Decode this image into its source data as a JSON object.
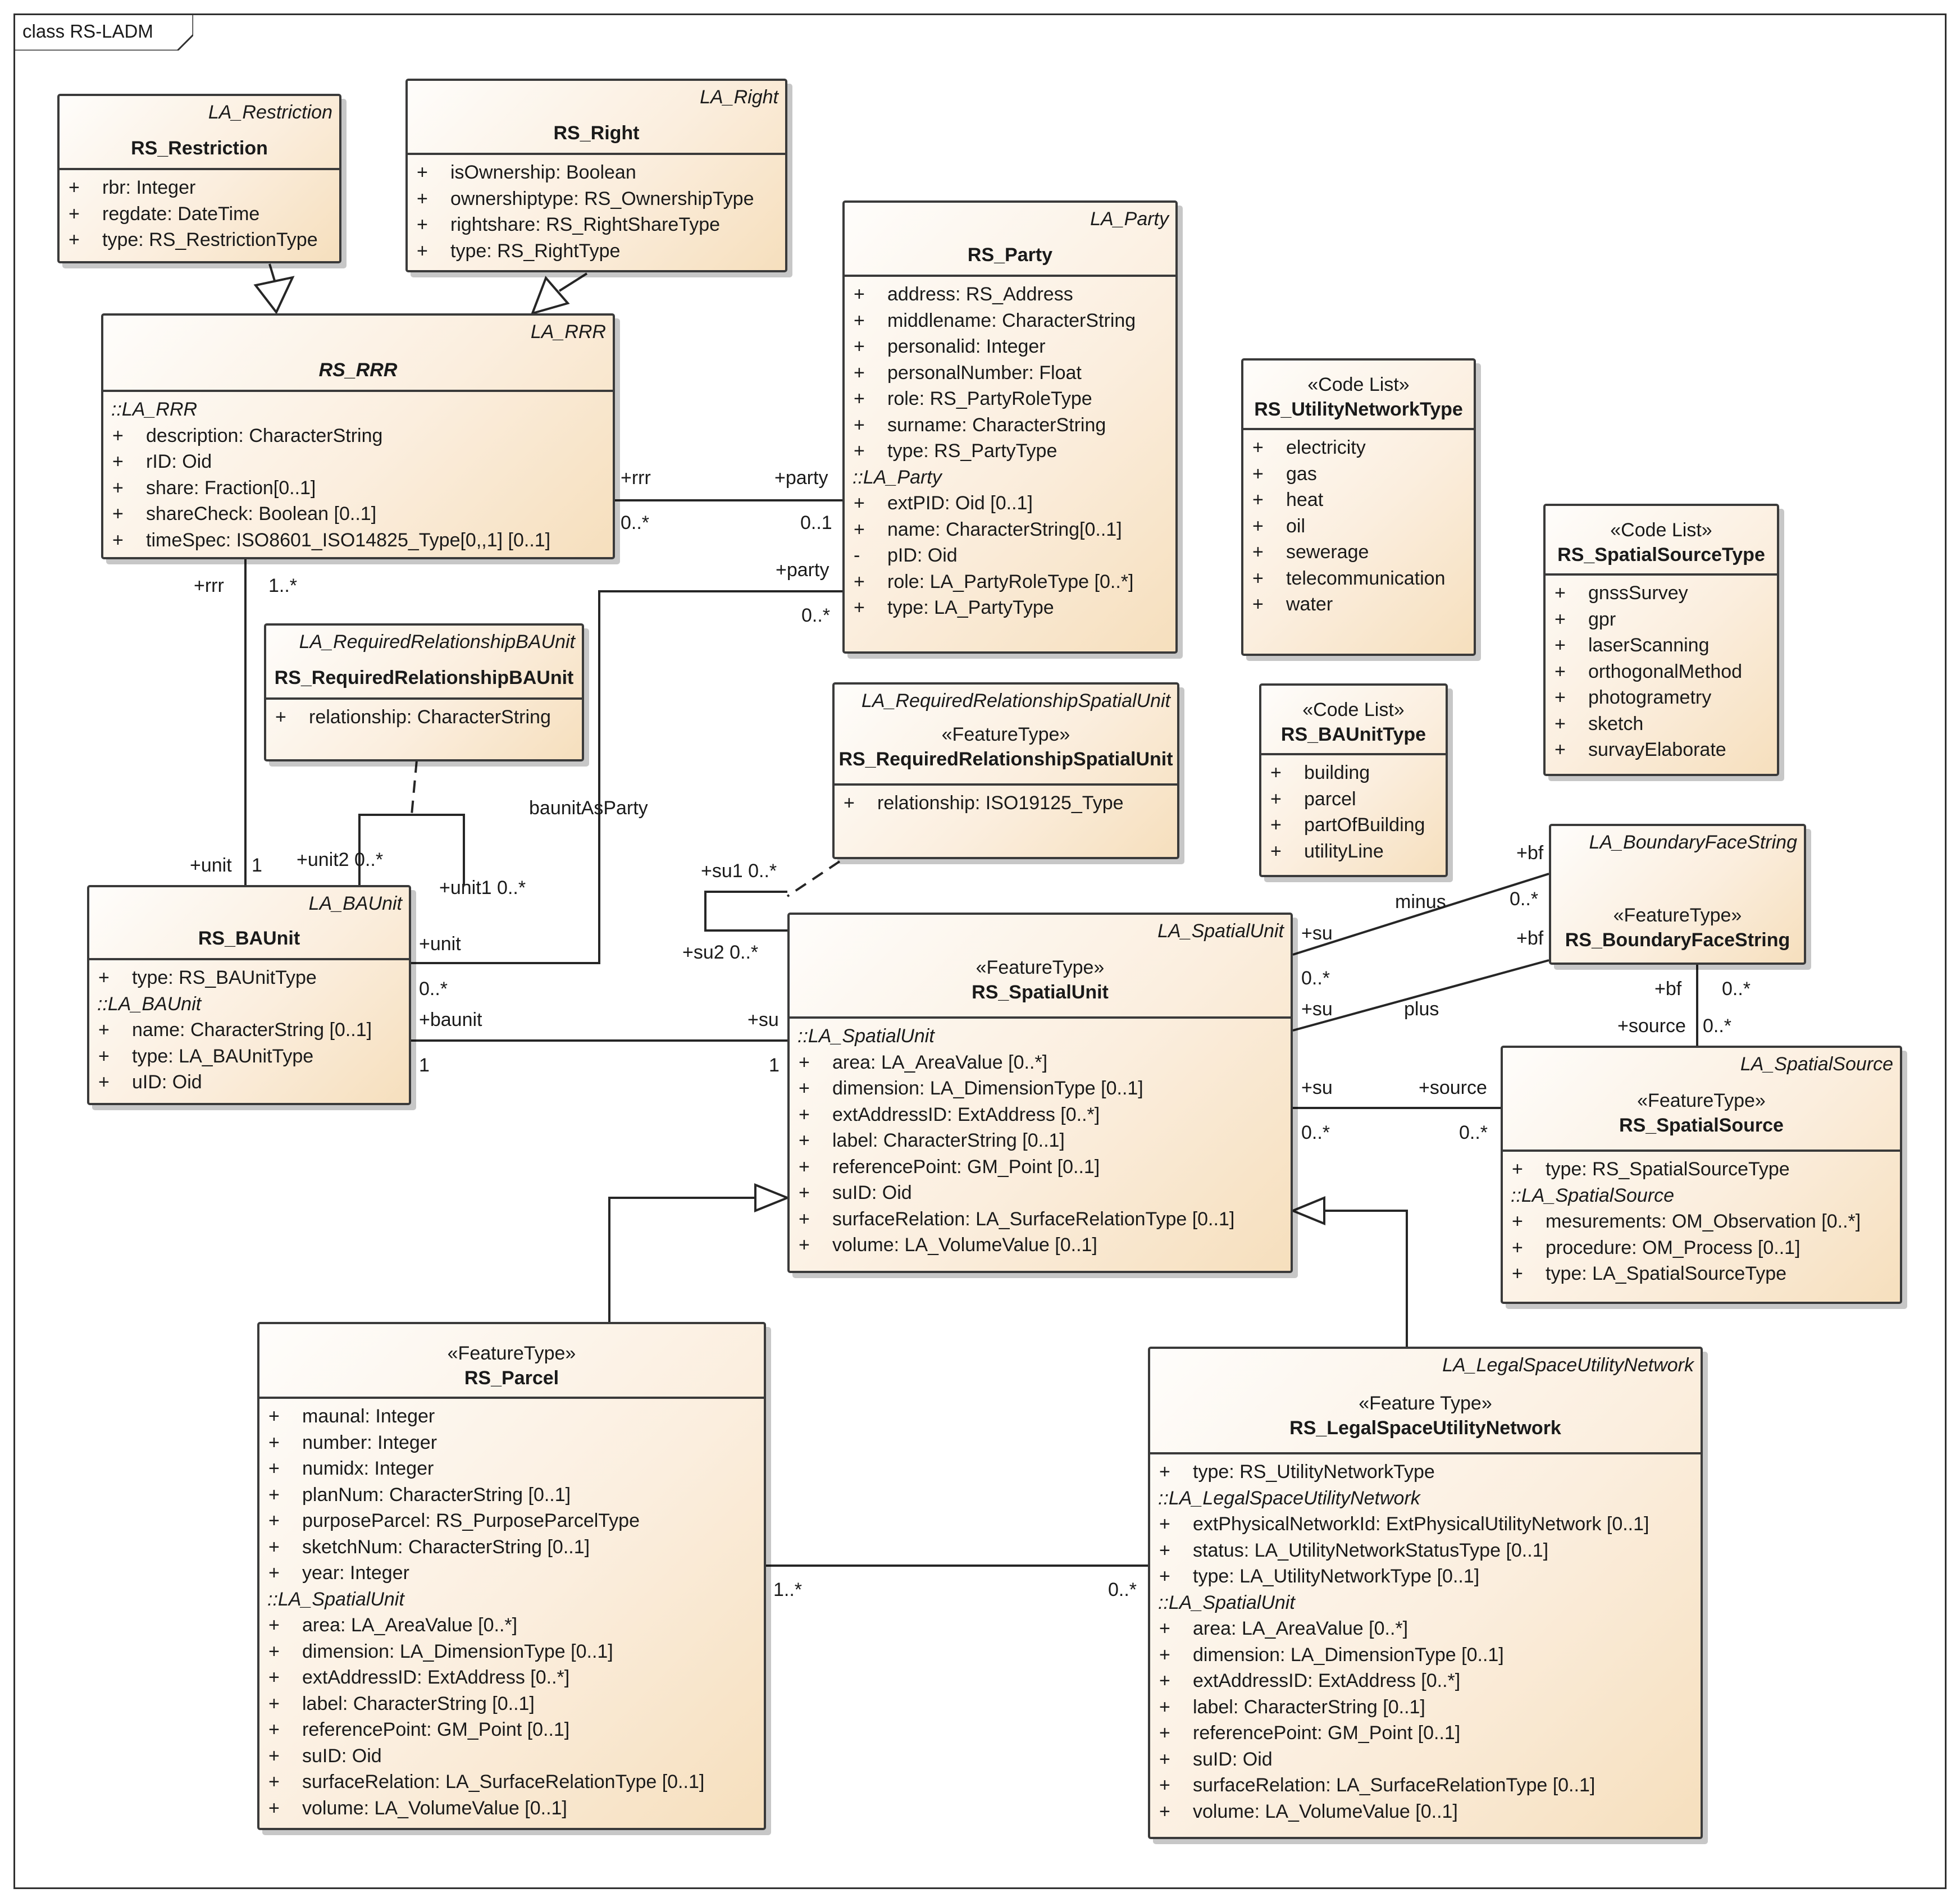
{
  "frame": {
    "title": "class RS-LADM"
  },
  "classes": {
    "rs_restriction": {
      "parent": "LA_Restriction",
      "name": "RS_Restriction",
      "rows": [
        {
          "vis": "+",
          "text": "rbr: Integer"
        },
        {
          "vis": "+",
          "text": "regdate: DateTime"
        },
        {
          "vis": "+",
          "text": "type: RS_RestrictionType"
        }
      ]
    },
    "rs_right": {
      "parent": "LA_Right",
      "name": "RS_Right",
      "rows": [
        {
          "vis": "+",
          "text": "isOwnership: Boolean"
        },
        {
          "vis": "+",
          "text": "ownershiptype: RS_OwnershipType"
        },
        {
          "vis": "+",
          "text": "rightshare: RS_RightShareType"
        },
        {
          "vis": "+",
          "text": "type: RS_RightType"
        }
      ]
    },
    "rs_rrr": {
      "parent": "LA_RRR",
      "name": "RS_RRR",
      "rows": [
        {
          "group": "::LA_RRR"
        },
        {
          "vis": "+",
          "text": "description: CharacterString"
        },
        {
          "vis": "+",
          "text": "rID: Oid"
        },
        {
          "vis": "+",
          "text": "share: Fraction[0..1]"
        },
        {
          "vis": "+",
          "text": "shareCheck: Boolean [0..1]"
        },
        {
          "vis": "+",
          "text": "timeSpec: ISO8601_ISO14825_Type[0,,1] [0..1]"
        }
      ]
    },
    "rs_party": {
      "parent": "LA_Party",
      "name": "RS_Party",
      "rows": [
        {
          "vis": "+",
          "text": "address: RS_Address"
        },
        {
          "vis": "+",
          "text": "middlename: CharacterString"
        },
        {
          "vis": "+",
          "text": "personalid: Integer"
        },
        {
          "vis": "+",
          "text": "personalNumber: Float"
        },
        {
          "vis": "+",
          "text": "role: RS_PartyRoleType"
        },
        {
          "vis": "+",
          "text": "surname: CharacterString"
        },
        {
          "vis": "+",
          "text": "type: RS_PartyType"
        },
        {
          "group": "::LA_Party"
        },
        {
          "vis": "+",
          "text": "extPID: Oid [0..1]"
        },
        {
          "vis": "+",
          "text": "name: CharacterString[0..1]"
        },
        {
          "vis": "-",
          "text": "pID: Oid"
        },
        {
          "vis": "+",
          "text": "role: LA_PartyRoleType [0..*]"
        },
        {
          "vis": "+",
          "text": "type: LA_PartyType"
        }
      ]
    },
    "rs_utility_network_type": {
      "stereotype": "«Code List»",
      "name": "RS_UtilityNetworkType",
      "rows": [
        {
          "vis": "+",
          "text": "electricity"
        },
        {
          "vis": "+",
          "text": "gas"
        },
        {
          "vis": "+",
          "text": "heat"
        },
        {
          "vis": "+",
          "text": "oil"
        },
        {
          "vis": "+",
          "text": "sewerage"
        },
        {
          "vis": "+",
          "text": "telecommunication"
        },
        {
          "vis": "+",
          "text": "water"
        }
      ]
    },
    "rs_spatial_source_type": {
      "stereotype": "«Code List»",
      "name": "RS_SpatialSourceType",
      "rows": [
        {
          "vis": "+",
          "text": "gnssSurvey"
        },
        {
          "vis": "+",
          "text": "gpr"
        },
        {
          "vis": "+",
          "text": "laserScanning"
        },
        {
          "vis": "+",
          "text": "orthogonalMethod"
        },
        {
          "vis": "+",
          "text": "photogrametry"
        },
        {
          "vis": "+",
          "text": "sketch"
        },
        {
          "vis": "+",
          "text": "survayElaborate"
        }
      ]
    },
    "rs_required_relationship_baunit": {
      "parent": "LA_RequiredRelationshipBAUnit",
      "name": "RS_RequiredRelationshipBAUnit",
      "rows": [
        {
          "vis": "+",
          "text": "relationship: CharacterString"
        }
      ]
    },
    "rs_required_relationship_spatial_unit": {
      "parent": "LA_RequiredRelationshipSpatialUnit",
      "stereotype": "«FeatureType»",
      "name": "RS_RequiredRelationshipSpatialUnit",
      "rows": [
        {
          "vis": "+",
          "text": "relationship: ISO19125_Type"
        }
      ]
    },
    "rs_baunit_type": {
      "stereotype": "«Code List»",
      "name": "RS_BAUnitType",
      "rows": [
        {
          "vis": "+",
          "text": "building"
        },
        {
          "vis": "+",
          "text": "parcel"
        },
        {
          "vis": "+",
          "text": "partOfBuilding"
        },
        {
          "vis": "+",
          "text": "utilityLine"
        }
      ]
    },
    "rs_boundary_face_string": {
      "parent": "LA_BoundaryFaceString",
      "stereotype": "«FeatureType»",
      "name": "RS_BoundaryFaceString",
      "rows": []
    },
    "rs_baunit": {
      "parent": "LA_BAUnit",
      "name": "RS_BAUnit",
      "rows": [
        {
          "vis": "+",
          "text": "type: RS_BAUnitType"
        },
        {
          "group": "::LA_BAUnit"
        },
        {
          "vis": "+",
          "text": "name: CharacterString [0..1]"
        },
        {
          "vis": "+",
          "text": "type: LA_BAUnitType"
        },
        {
          "vis": "+",
          "text": "uID: Oid"
        }
      ]
    },
    "rs_spatial_unit": {
      "parent": "LA_SpatialUnit",
      "stereotype": "«FeatureType»",
      "name": "RS_SpatialUnit",
      "rows": [
        {
          "group": "::LA_SpatialUnit"
        },
        {
          "vis": "+",
          "text": "area: LA_AreaValue [0..*]"
        },
        {
          "vis": "+",
          "text": "dimension: LA_DimensionType [0..1]"
        },
        {
          "vis": "+",
          "text": "extAddressID: ExtAddress [0..*]"
        },
        {
          "vis": "+",
          "text": "label: CharacterString [0..1]"
        },
        {
          "vis": "+",
          "text": "referencePoint: GM_Point [0..1]"
        },
        {
          "vis": "+",
          "text": "suID: Oid"
        },
        {
          "vis": "+",
          "text": "surfaceRelation: LA_SurfaceRelationType [0..1]"
        },
        {
          "vis": "+",
          "text": "volume: LA_VolumeValue [0..1]"
        }
      ]
    },
    "rs_spatial_source": {
      "parent": "LA_SpatialSource",
      "stereotype": "«FeatureType»",
      "name": "RS_SpatialSource",
      "rows": [
        {
          "vis": "+",
          "text": "type: RS_SpatialSourceType"
        },
        {
          "group": "::LA_SpatialSource"
        },
        {
          "vis": "+",
          "text": "mesurements: OM_Observation [0..*]"
        },
        {
          "vis": "+",
          "text": "procedure: OM_Process [0..1]"
        },
        {
          "vis": "+",
          "text": "type: LA_SpatialSourceType"
        }
      ]
    },
    "rs_parcel": {
      "stereotype": "«FeatureType»",
      "name": "RS_Parcel",
      "rows": [
        {
          "vis": "+",
          "text": "maunal: Integer"
        },
        {
          "vis": "+",
          "text": "number: Integer"
        },
        {
          "vis": "+",
          "text": "numidx: Integer"
        },
        {
          "vis": "+",
          "text": "planNum: CharacterString [0..1]"
        },
        {
          "vis": "+",
          "text": "purposeParcel: RS_PurposeParcelType"
        },
        {
          "vis": "+",
          "text": "sketchNum: CharacterString [0..1]"
        },
        {
          "vis": "+",
          "text": "year: Integer"
        },
        {
          "group": "::LA_SpatialUnit"
        },
        {
          "vis": "+",
          "text": "area: LA_AreaValue [0..*]"
        },
        {
          "vis": "+",
          "text": "dimension: LA_DimensionType [0..1]"
        },
        {
          "vis": "+",
          "text": "extAddressID: ExtAddress [0..*]"
        },
        {
          "vis": "+",
          "text": "label: CharacterString [0..1]"
        },
        {
          "vis": "+",
          "text": "referencePoint: GM_Point [0..1]"
        },
        {
          "vis": "+",
          "text": "suID: Oid"
        },
        {
          "vis": "+",
          "text": "surfaceRelation: LA_SurfaceRelationType [0..1]"
        },
        {
          "vis": "+",
          "text": "volume: LA_VolumeValue [0..1]"
        }
      ]
    },
    "rs_legal_space_utility_network": {
      "parent": "LA_LegalSpaceUtilityNetwork",
      "stereotype": "«Feature Type»",
      "name": "RS_LegalSpaceUtilityNetwork",
      "rows": [
        {
          "vis": "+",
          "text": "type: RS_UtilityNetworkType"
        },
        {
          "group": "::LA_LegalSpaceUtilityNetwork"
        },
        {
          "vis": "+",
          "text": "extPhysicalNetworkId: ExtPhysicalUtilityNetwork [0..1]"
        },
        {
          "vis": "+",
          "text": "status: LA_UtilityNetworkStatusType [0..1]"
        },
        {
          "vis": "+",
          "text": "type: LA_UtilityNetworkType [0..1]"
        },
        {
          "group": "::LA_SpatialUnit"
        },
        {
          "vis": "+",
          "text": "area: LA_AreaValue [0..*]"
        },
        {
          "vis": "+",
          "text": "dimension: LA_DimensionType [0..1]"
        },
        {
          "vis": "+",
          "text": "extAddressID: ExtAddress [0..*]"
        },
        {
          "vis": "+",
          "text": "label: CharacterString [0..1]"
        },
        {
          "vis": "+",
          "text": "referencePoint: GM_Point [0..1]"
        },
        {
          "vis": "+",
          "text": "suID: Oid"
        },
        {
          "vis": "+",
          "text": "surfaceRelation: LA_SurfaceRelationType [0..1]"
        },
        {
          "vis": "+",
          "text": "volume: LA_VolumeValue [0..1]"
        }
      ]
    }
  },
  "association_labels": {
    "rrr_role": "+rrr",
    "rrr_mult_0": "0..*",
    "party_role_1": "+party",
    "party_mult_1": "0..1",
    "party_role_2": "+party",
    "party_mult_2": "0..*",
    "rrr_role_2": "+rrr",
    "rrr_mult_2": "1..*",
    "unit_role": "+unit",
    "unit_mult": "1",
    "unit2": "+unit2 0..*",
    "unit1": "+unit1 0..*",
    "baunit_as_party": "baunitAsParty",
    "unit_role_2": "+unit",
    "unit_mult_2": "0..*",
    "baunit_role": "+baunit",
    "baunit_mult": "1",
    "su_role": "+su",
    "su_mult": "1",
    "su1": "+su1 0..*",
    "su2": "+su2 0..*",
    "bf_role_1": "+bf",
    "bf_mult_1": "0..*",
    "minus": "minus",
    "su_role_minus": "+su",
    "su_mult_minus": "0..*",
    "bf_role_2": "+bf",
    "plus": "plus",
    "su_role_plus": "+su",
    "bf_role_3": "+bf",
    "bf_mult_3": "0..*",
    "source_role_1": "+source",
    "source_mult_1": "0..*",
    "su_role_src": "+su",
    "su_mult_src": "0..*",
    "source_role_2": "+source",
    "source_mult_2": "0..*",
    "parcel_mult": "1..*",
    "lsun_mult": "0..*"
  }
}
